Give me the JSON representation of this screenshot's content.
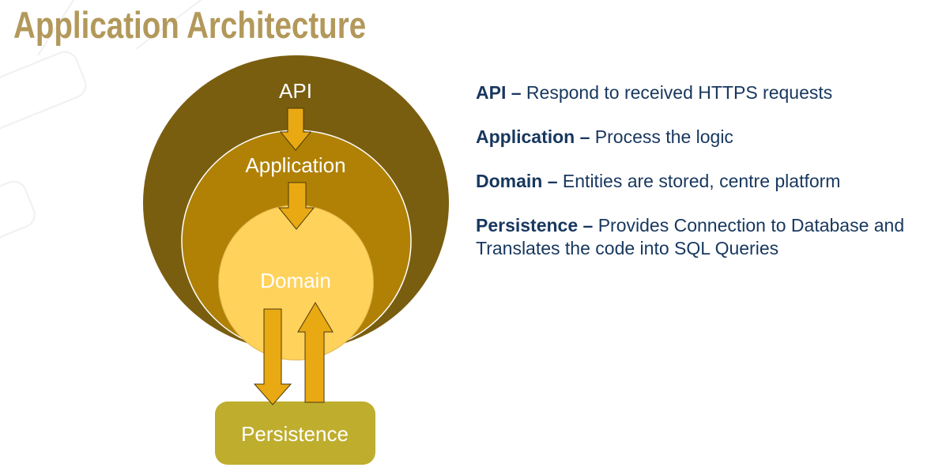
{
  "title": "Application Architecture",
  "diagram": {
    "labels": {
      "api": "API",
      "application": "Application",
      "domain": "Domain",
      "persistence": "Persistence"
    },
    "colors": {
      "outer_circle": "#7A5E10",
      "middle_circle": "#B08104",
      "inner_circle": "#FFD25C",
      "inner_circle_edge": "#E3B448",
      "persistence_box": "#BFAD2E",
      "arrow_fill": "#E9A912",
      "arrow_outline": "#4A3A0C",
      "label_text": "#FFFFFF"
    }
  },
  "descriptions": [
    {
      "term": "API –",
      "text": "Respond to received HTTPS requests"
    },
    {
      "term": "Application –",
      "text": "Process the logic"
    },
    {
      "term": "Domain –",
      "text": "Entities are stored, centre platform"
    },
    {
      "term": "Persistence –",
      "text": "Provides Connection to Database and Translates the code into SQL Queries"
    }
  ],
  "theme": {
    "title_color": "#B2985A",
    "body_text_color": "#17375E",
    "background": "#FFFFFF",
    "watermark_color": "#F0F0F0"
  }
}
